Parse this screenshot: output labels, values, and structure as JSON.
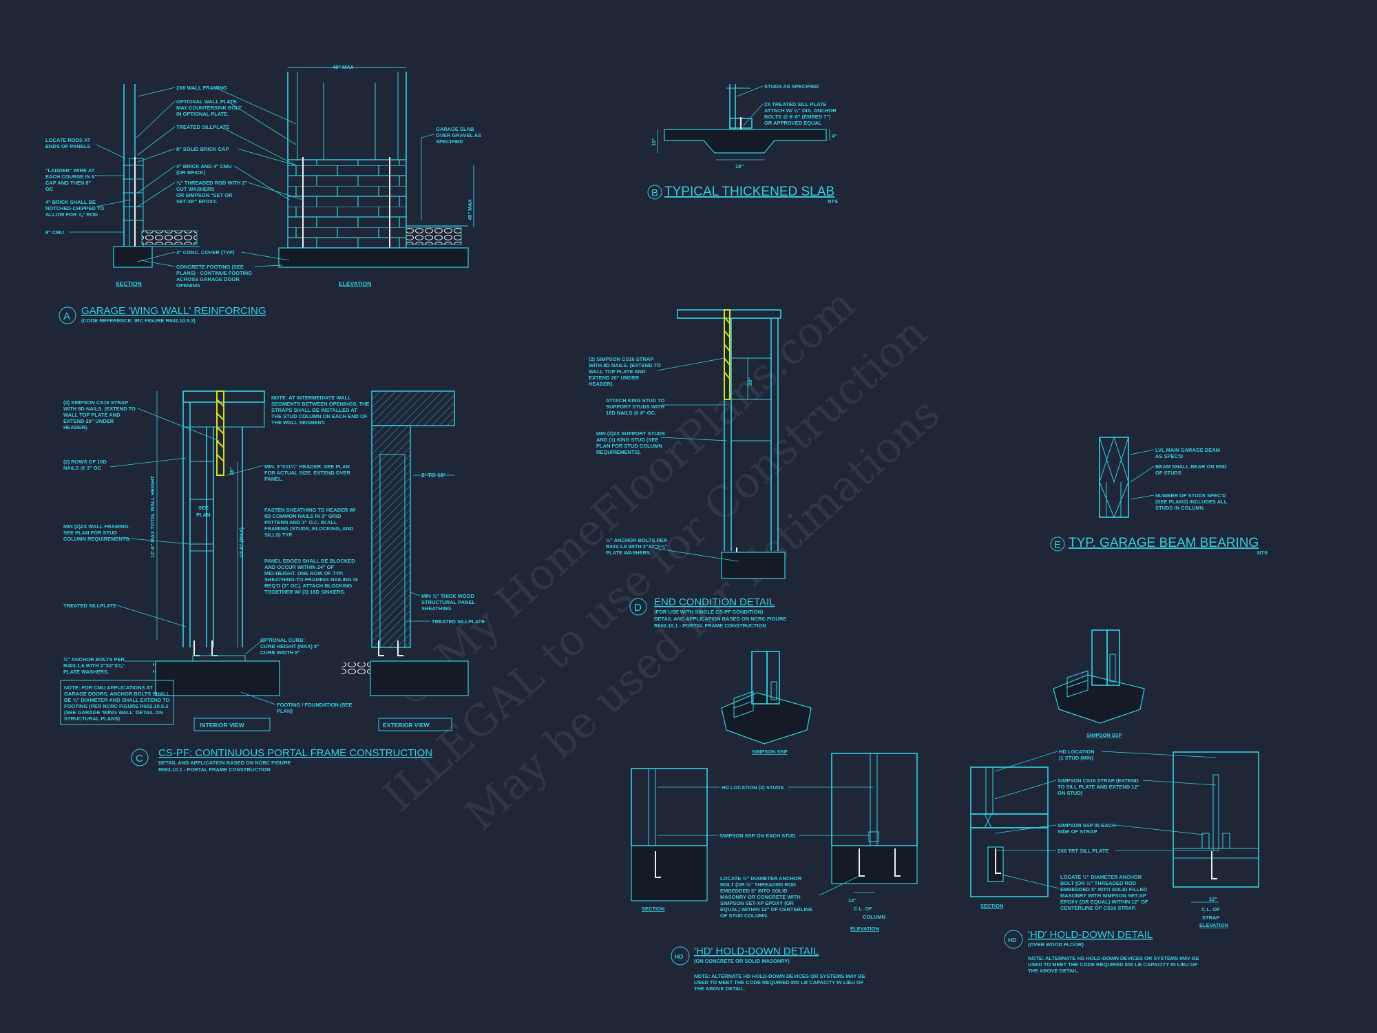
{
  "watermark": {
    "line1": "© My HomeFloorPlans.com",
    "line2": "ILLEGAL to use for Construction",
    "line3": "May be used for Estimations"
  },
  "detail_a": {
    "bubble": "A",
    "title": "GARAGE 'WING WALL' REINFORCING",
    "subtitle": "(CODE REFERENCE: IRC FIGURE R602.10.5.3)",
    "section_label": "SECTION",
    "elevation_label": "ELEVATION",
    "dim_top": "48\" MAX",
    "dim_right": "48\" MAX",
    "notes_left": [
      "LOCATE RODS AT",
      "ENDS OF PANELS",
      "\"LADDER\" WIRE AT",
      "EACH COURSE IN 8\"",
      "CAP AND THEN 8\"",
      "OC",
      "4\" BRICK SHALL BE",
      "NOTCHED-CHIPPED TO",
      "ALLOW FOR ⅝\" ROD",
      "8\" CMU"
    ],
    "notes_mid": [
      "2x6 WALL FRAMING",
      "OPTIONAL WALL PLATE.",
      "MAY COUNTERSINK BOLT",
      "IN OPTIONAL PLATE.",
      "TREATED SILLPLATE",
      "8\" SOLID BRICK CAP",
      "4\" BRICK AND 4\" CMU",
      "(OR BRICK)",
      "⅝\" THREADED ROD WITH 2\"",
      "CUT WASHERS",
      "OR SIMPSON \"SET OR",
      "SET-XP\" EPOXY.",
      "3\" CONC. COVER (TYP)",
      "CONCRETE FOOTING (SEE",
      "PLANS) - CONTINUE FOOTING",
      "ACROSS GARAGE DOOR",
      "OPENING"
    ],
    "notes_right": [
      "GARAGE SLAB",
      "OVER GRAVEL AS",
      "SPECIFIED"
    ]
  },
  "detail_b": {
    "bubble": "B",
    "title": "TYPICAL THICKENED SLAB",
    "nts": "NTS",
    "notes": [
      "STUDS AS SPECIFIED",
      "2x TREATED SILL PLATE",
      "ATTACH w/ ½\" dia. ANCHOR",
      "BOLTS @ 6'-0\" (EMBED 7\")",
      "OR APPROVED EQUAL"
    ],
    "dim_depth": "16\"",
    "dim_width": "18\"",
    "dim_slab": "4\""
  },
  "detail_c": {
    "bubble": "C",
    "title": "CS-PF: CONTINUOUS PORTAL FRAME CONSTRUCTION",
    "subtitle1": "DETAIL AND APPLICATION BASED ON NCRC FIGURE",
    "subtitle2": "R602.10.1 - PORTAL FRAME CONSTRUCTION",
    "interior_label": "INTERIOR VIEW",
    "exterior_label": "EXTERIOR VIEW",
    "dim_total": "12'-0\" MAX TOTAL WALL HEIGHT",
    "dim_10": "10'-0\" (MAX)",
    "dim_38": "38\"",
    "dim_see_plan": [
      "SEE",
      "PLAN"
    ],
    "dim_2to18": "2' TO 18'",
    "notes_left": [
      "(2) SIMPSON CS16 STRAP",
      "WITH 8d NAILS. (EXTEND TO",
      "WALL TOP PLATE AND",
      "EXTEND 20\" UNDER",
      "HEADER).",
      "(2) ROWS OF 16d",
      "NAILS @ 3\" OC",
      "MIN (2)2X WALL FRAMING.",
      "SEE PLAN FOR STUD",
      "COLUMN REQUIREMENTS.",
      "TREATED SILLPLATE",
      "½\" ANCHOR BOLTS PER",
      "R403.1.6 WITH 2\"x2\"x⅜\"",
      "PLATE WASHERS."
    ],
    "note_box": [
      "NOTE: FOR CMU APPLICATIONS AT",
      "GARAGE DOORS, ANCHOR BOLTS SHALL",
      "BE ⅝\" DIAMETER AND SHALL EXTEND TO",
      "FOOTING (PER NCRC FIGURE R602.10.5.3",
      "(SEE GARAGE 'WING WALL' DETAIL ON",
      "STRUCTURAL PLANS)"
    ],
    "notes_mid": [
      "NOTE: AT INTERMEDIATE WALL",
      "SEGMENTS BETWEEN OPENINGS, THE",
      "STRAPS SHALL BE INSTALLED AT",
      "THE STUD COLUMN ON EACH END OF",
      "THE WALL SEGMENT.",
      "MIN. 3\"x11¼\" HEADER. SEE PLAN",
      "FOR ACTUAL SIZE. EXTEND OVER",
      "PANEL.",
      "FASTEN SHEATHING TO HEADER W/",
      "8d COMMON NAILS IN 3\" GRID",
      "PATTERN AND 3\" O.C. IN ALL",
      "FRAMING (STUDS, BLOCKING, AND",
      "SILLS) TYP.",
      "PANEL EDGES SHALL BE BLOCKED",
      "AND OCCUR WITHIN 24\" OF",
      "MID-HEIGHT. ONE ROW OF TYP.",
      "SHEATHING-TO-FRAMING NAILING IS",
      "REQ'D (3\" OC). ATTACH BLOCKING",
      "TOGETHER W/ (3) 16d SINKERS.",
      "OPTIONAL CURB:",
      "CURB HEIGHT (MAX) 8\"",
      "CURB WIDTH 8\"",
      "FOOTING / FOUNDATION (SEE",
      "PLAN)"
    ],
    "notes_right": [
      "MIN ⅞\" THICK WOOD",
      "STRUCTURAL PANEL",
      "SHEATHING",
      "TREATED SILLPLATE"
    ]
  },
  "detail_d": {
    "bubble": "D",
    "title": "END CONDITION DETAIL",
    "subtitle1": "(FOR USE WITH SINGLE CS-PF CONDITION)",
    "subtitle2": "DETAIL AND APPLICATION BASED ON NCRC FIGURE",
    "subtitle3": "R602.10.1 - PORTAL FRAME CONSTRUCTION",
    "dim_38": "38\"",
    "notes": [
      "(2) SIMPSON CS16 STRAP",
      "WITH 8d NAILS. (EXTEND TO",
      "WALL TOP PLATE AND",
      "EXTEND 20\" UNDER",
      "HEADER).",
      "ATTACH KING STUD TO",
      "SUPPORT STUDS WITH",
      "16d NAILS @ 8\" OC.",
      "MIN (2)2X SUPPORT STUDS",
      "AND (1) KING STUD (SEE",
      "PLAN FOR STUD COLUMN",
      "REQUIREMENTS).",
      "½\" ANCHOR BOLTS PER",
      "R403.1.6 WITH 2\"x2\"x⅜\"",
      "PLATE WASHERS."
    ]
  },
  "detail_e": {
    "bubble": "E",
    "title": "TYP. GARAGE BEAM BEARING",
    "nts": "NTS",
    "notes": [
      "LVL MAIN GARAGE BEAM",
      "AS SPEC'D",
      "BEAM SHALL BEAR ON END",
      "OF STUDS",
      "NUMBER OF STUDS SPEC'D",
      "(SEE PLANS) INCLUDES ALL",
      "STUDS IN COLUMN"
    ]
  },
  "detail_hd1": {
    "bubble": "HD",
    "title": "'HD' HOLD-DOWN DETAIL",
    "subtitle": "(ON CONCRETE OR SOLID MASONRY)",
    "iso_label": "SIMPSON SSP",
    "section_label": "SECTION",
    "elevation_label": "ELEVATION",
    "dim": [
      "12\"",
      "C.L. OF",
      "COLUMN"
    ],
    "notes": [
      "HD LOCATION (2) STUDS",
      "SIMPSON SSP ON EACH STUD",
      "LOCATE ½\" DIAMETER ANCHOR",
      "BOLT (OR ½\" THREADED ROD",
      "EMBEDDED 5\" INTO SOLID",
      "MASONRY OR CONCRETE WITH",
      "SIMPSON SET-XP EPOXY (OR",
      "EQUAL) WITHIN 12\" OF CENTERLINE",
      "OF STUD COLUMN."
    ],
    "footnote": [
      "NOTE: ALTERNATE HD HOLD-DOWN DEVICES OR SYSTEMS MAY BE",
      "USED TO MEET THE CODE REQUIRED 800 LB CAPACITY IN LIEU OF",
      "THE ABOVE DETAIL."
    ]
  },
  "detail_hd2": {
    "bubble": "HD",
    "title": "'HD' HOLD-DOWN DETAIL",
    "subtitle": "(OVER WOOD FLOOR)",
    "iso_label": "SIMPSON SSP",
    "section_label": "SECTION",
    "elevation_label": "ELEVATION",
    "dim": [
      "12\"",
      "C.L. OF",
      "STRAP"
    ],
    "notes": [
      "HD LOCATION",
      "(1 STUD (MIN)",
      "SIMPSON CS16 STRAP (EXTEND",
      "TO SILL PLATE AND EXTEND 12\"",
      "ON STUD)",
      "SIMPSON SSP IN EACH",
      "SIDE OF STRAP",
      "2x6 TRT SILL PLATE",
      "LOCATE ½\" DIAMETER ANCHOR",
      "BOLT (OR ½\" THREADED ROD",
      "EMBEDDED 5\" INTO SOLID FILLED",
      "MASONRY WITH SIMPSON SET-XP",
      "EPOXY (OR EQUAL) WITHIN 12\" OF",
      "CENTERLINE OF CS16 STRAP."
    ],
    "footnote": [
      "NOTE: ALTERNATE HD HOLD-DOWN DEVICES OR SYSTEMS MAY BE",
      "USED TO MEET THE CODE REQUIRED 800 LB CAPACITY IN LIEU OF",
      "THE ABOVE DETAIL."
    ]
  }
}
